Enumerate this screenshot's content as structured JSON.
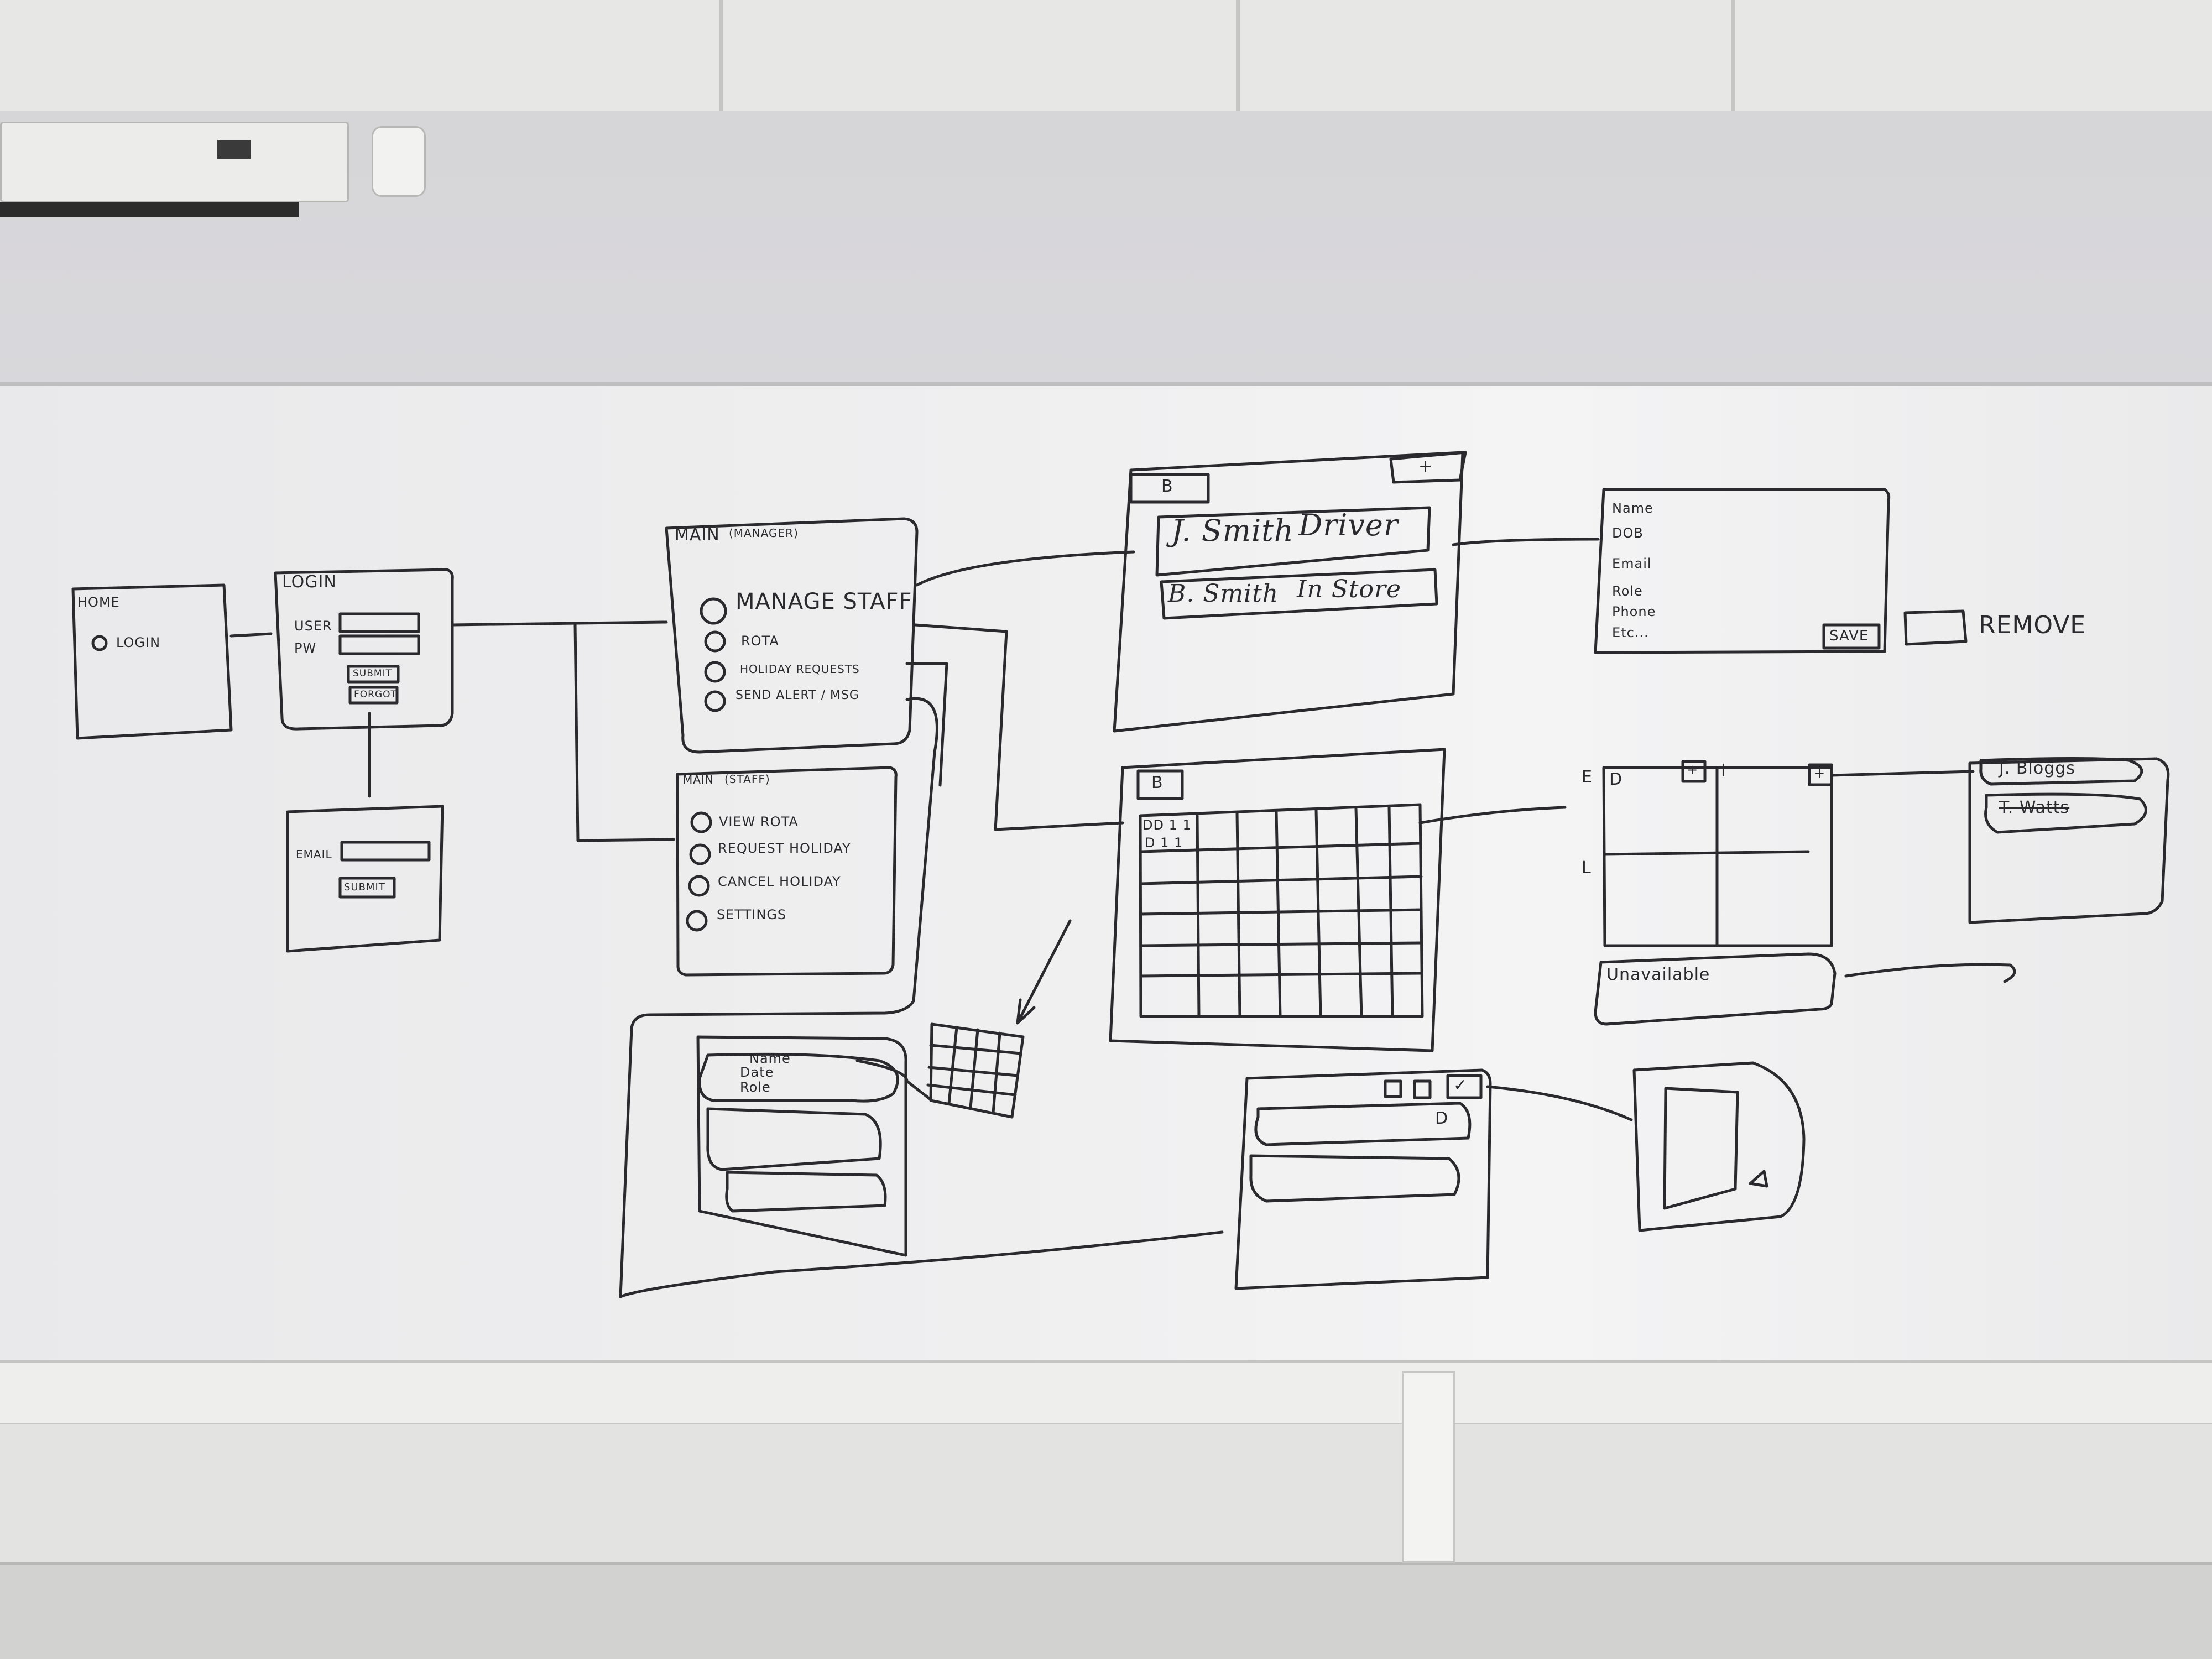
{
  "home": {
    "title": "HOME",
    "login_option": "LOGIN"
  },
  "login": {
    "title": "LOGIN",
    "user_label": "USER",
    "password_label": "PW",
    "submit_button": "SUBMIT",
    "forgot_button": "FORGOT"
  },
  "forgot": {
    "email_label": "EMAIL",
    "submit_button": "SUBMIT"
  },
  "main_manager": {
    "title": "MAIN",
    "subtitle": "(MANAGER)",
    "options": [
      "MANAGE STAFF",
      "ROTA",
      "HOLIDAY REQUESTS",
      "SEND ALERT / MSG"
    ]
  },
  "main_staff": {
    "title": "MAIN",
    "subtitle": "(STAFF)",
    "options": [
      "VIEW ROTA",
      "REQUEST HOLIDAY",
      "CANCEL HOLIDAY",
      "SETTINGS"
    ]
  },
  "staff_list": {
    "rows": [
      {
        "name": "J. Smith",
        "role": "Driver"
      },
      {
        "name": "B. Smith",
        "role": "In Store"
      }
    ]
  },
  "staff_details": {
    "fields": [
      "Name",
      "DOB",
      "Email",
      "Role",
      "Phone",
      "Etc..."
    ],
    "save_button": "SAVE",
    "remove_label": "REMOVE"
  },
  "rota_grid": {
    "cell_labels": [
      "DD 1 1",
      "D 1 1"
    ]
  },
  "shift_matrix": {
    "col_labels": [
      "D",
      "I"
    ],
    "row_labels": [
      "E",
      "L"
    ],
    "unavailable_label": "Unavailable"
  },
  "assigned_staff": {
    "names": [
      "J. Bloggs",
      "T. Watts"
    ]
  },
  "messages": {
    "lines": [
      "Name",
      "Date",
      "Role"
    ]
  },
  "colors": {
    "marker": "#2a2a2e",
    "board": "#efeff0"
  }
}
